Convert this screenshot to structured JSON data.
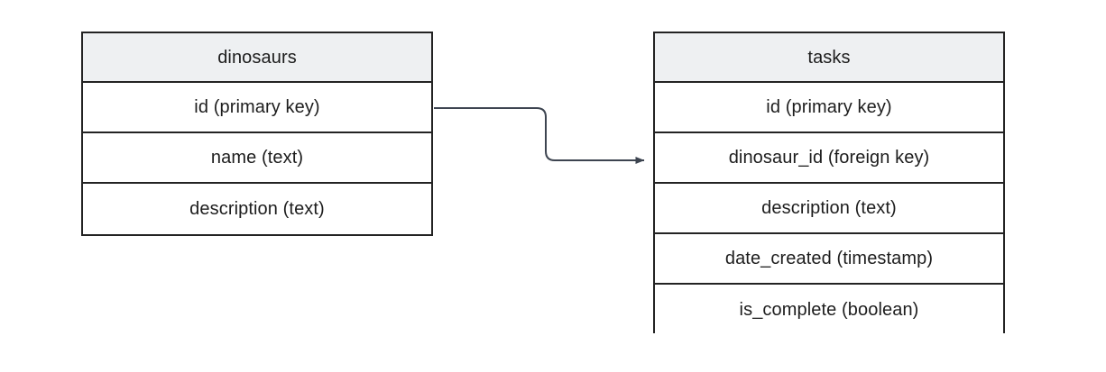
{
  "diagram": {
    "type": "entity-relationship-diagram",
    "background_color": "#ffffff",
    "border_color": "#232323",
    "header_fill": "#eef0f2",
    "text_color": "#1d1d1d",
    "connector_color": "#3d4450"
  },
  "entities": [
    {
      "name": "dinosaurs",
      "title": "dinosaurs",
      "fields": [
        {
          "label": "id (primary key)"
        },
        {
          "label": "name (text)"
        },
        {
          "label": "description (text)"
        }
      ]
    },
    {
      "name": "tasks",
      "title": "tasks",
      "fields": [
        {
          "label": "id (primary key)"
        },
        {
          "label": "dinosaur_id (foreign key)"
        },
        {
          "label": "description (text)"
        },
        {
          "label": "date_created (timestamp)"
        },
        {
          "label": "is_complete (boolean)"
        }
      ]
    }
  ],
  "relationship": {
    "name": "dinosaurs-id-to-tasks-dinosaur-id",
    "from_entity": "dinosaurs",
    "from_field": "id (primary key)",
    "to_entity": "tasks",
    "to_field": "dinosaur_id (foreign key)",
    "arrow": "single-arrowhead-at-target"
  }
}
